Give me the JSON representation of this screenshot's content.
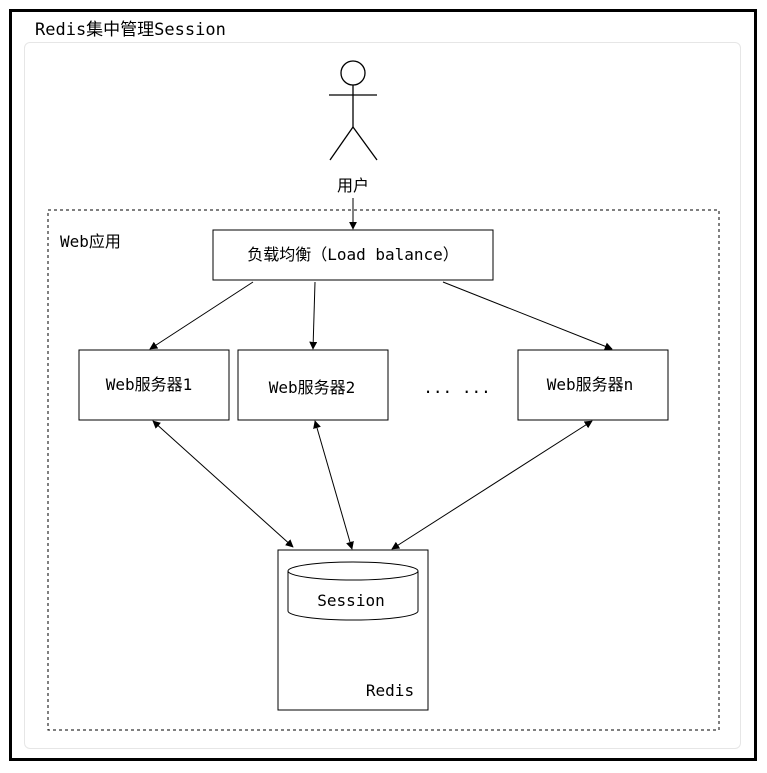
{
  "title": "Redis集中管理Session",
  "user_label": "用户",
  "web_app_label": "Web应用",
  "load_balancer": "负载均衡（Load balance）",
  "servers": [
    "Web服务器1",
    "Web服务器2",
    "Web服务器n"
  ],
  "ellipsis": "... ...",
  "session_label": "Session",
  "redis_label": "Redis"
}
